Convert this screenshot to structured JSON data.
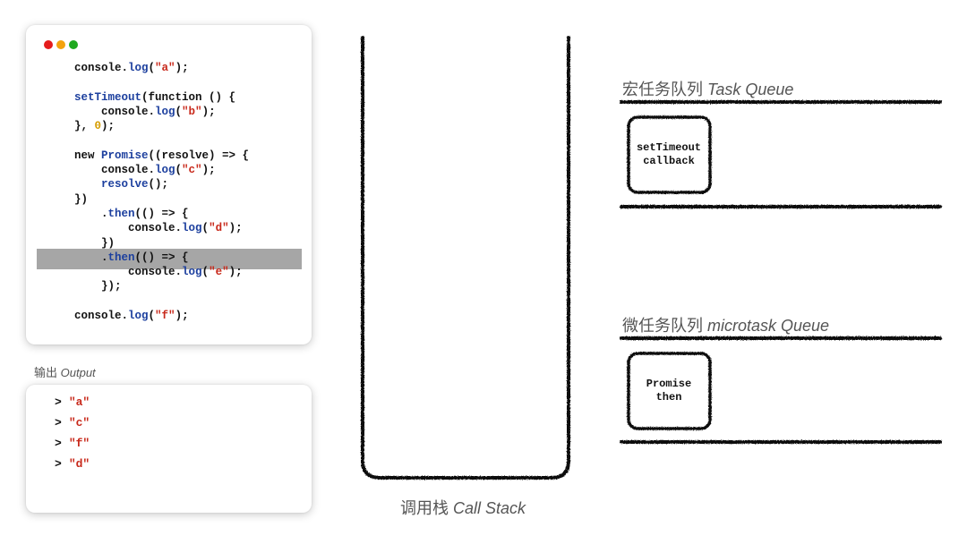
{
  "code_window": {
    "lines": [
      [
        {
          "t": "console.",
          "c": ""
        },
        {
          "t": "log",
          "c": "fn"
        },
        {
          "t": "(",
          "c": ""
        },
        {
          "t": "\"a\"",
          "c": "str"
        },
        {
          "t": ");",
          "c": ""
        }
      ],
      [],
      [
        {
          "t": "setTimeout",
          "c": "fn"
        },
        {
          "t": "(function () {",
          "c": ""
        }
      ],
      [
        {
          "t": "    console.",
          "c": ""
        },
        {
          "t": "log",
          "c": "fn"
        },
        {
          "t": "(",
          "c": ""
        },
        {
          "t": "\"b\"",
          "c": "str"
        },
        {
          "t": ");",
          "c": ""
        }
      ],
      [
        {
          "t": "}, ",
          "c": ""
        },
        {
          "t": "0",
          "c": "num"
        },
        {
          "t": ");",
          "c": ""
        }
      ],
      [],
      [
        {
          "t": "new ",
          "c": ""
        },
        {
          "t": "Promise",
          "c": "fn"
        },
        {
          "t": "((resolve) => {",
          "c": ""
        }
      ],
      [
        {
          "t": "    console.",
          "c": ""
        },
        {
          "t": "log",
          "c": "fn"
        },
        {
          "t": "(",
          "c": ""
        },
        {
          "t": "\"c\"",
          "c": "str"
        },
        {
          "t": ");",
          "c": ""
        }
      ],
      [
        {
          "t": "    ",
          "c": ""
        },
        {
          "t": "resolve",
          "c": "fn"
        },
        {
          "t": "();",
          "c": ""
        }
      ],
      [
        {
          "t": "})",
          "c": ""
        }
      ],
      [
        {
          "t": "    .",
          "c": ""
        },
        {
          "t": "then",
          "c": "fn"
        },
        {
          "t": "(() => {",
          "c": ""
        }
      ],
      [
        {
          "t": "        console.",
          "c": ""
        },
        {
          "t": "log",
          "c": "fn"
        },
        {
          "t": "(",
          "c": ""
        },
        {
          "t": "\"d\"",
          "c": "str"
        },
        {
          "t": ");",
          "c": ""
        }
      ],
      [
        {
          "t": "    })",
          "c": ""
        }
      ],
      [
        {
          "t": "    .",
          "c": ""
        },
        {
          "t": "then",
          "c": "fn"
        },
        {
          "t": "(() => {",
          "c": ""
        }
      ],
      [
        {
          "t": "        console.",
          "c": ""
        },
        {
          "t": "log",
          "c": "fn"
        },
        {
          "t": "(",
          "c": ""
        },
        {
          "t": "\"e\"",
          "c": "str"
        },
        {
          "t": ");",
          "c": ""
        }
      ],
      [
        {
          "t": "    });",
          "c": ""
        }
      ],
      [],
      [
        {
          "t": "console.",
          "c": ""
        },
        {
          "t": "log",
          "c": "fn"
        },
        {
          "t": "(",
          "c": ""
        },
        {
          "t": "\"f\"",
          "c": "str"
        },
        {
          "t": ");",
          "c": ""
        }
      ]
    ]
  },
  "output": {
    "label_cn": "输出",
    "label_en": "Output",
    "prompt": ">",
    "lines": [
      "\"a\"",
      "\"c\"",
      "\"f\"",
      "\"d\""
    ]
  },
  "task_queue": {
    "title_cn": "宏任务队列",
    "title_en": "Task Queue",
    "items": [
      "setTimeout\ncallback"
    ]
  },
  "microtask_queue": {
    "title_cn": "微任务队列",
    "title_en": "microtask Queue",
    "items": [
      "Promise\nthen"
    ]
  },
  "call_stack": {
    "label_cn": "调用栈",
    "label_en": "Call Stack"
  },
  "colors": {
    "keyword_blue": "#1c3f9e",
    "string_red": "#c8291b",
    "number_yellow": "#d59c00",
    "highlight_gray": "#a6a6a6"
  }
}
